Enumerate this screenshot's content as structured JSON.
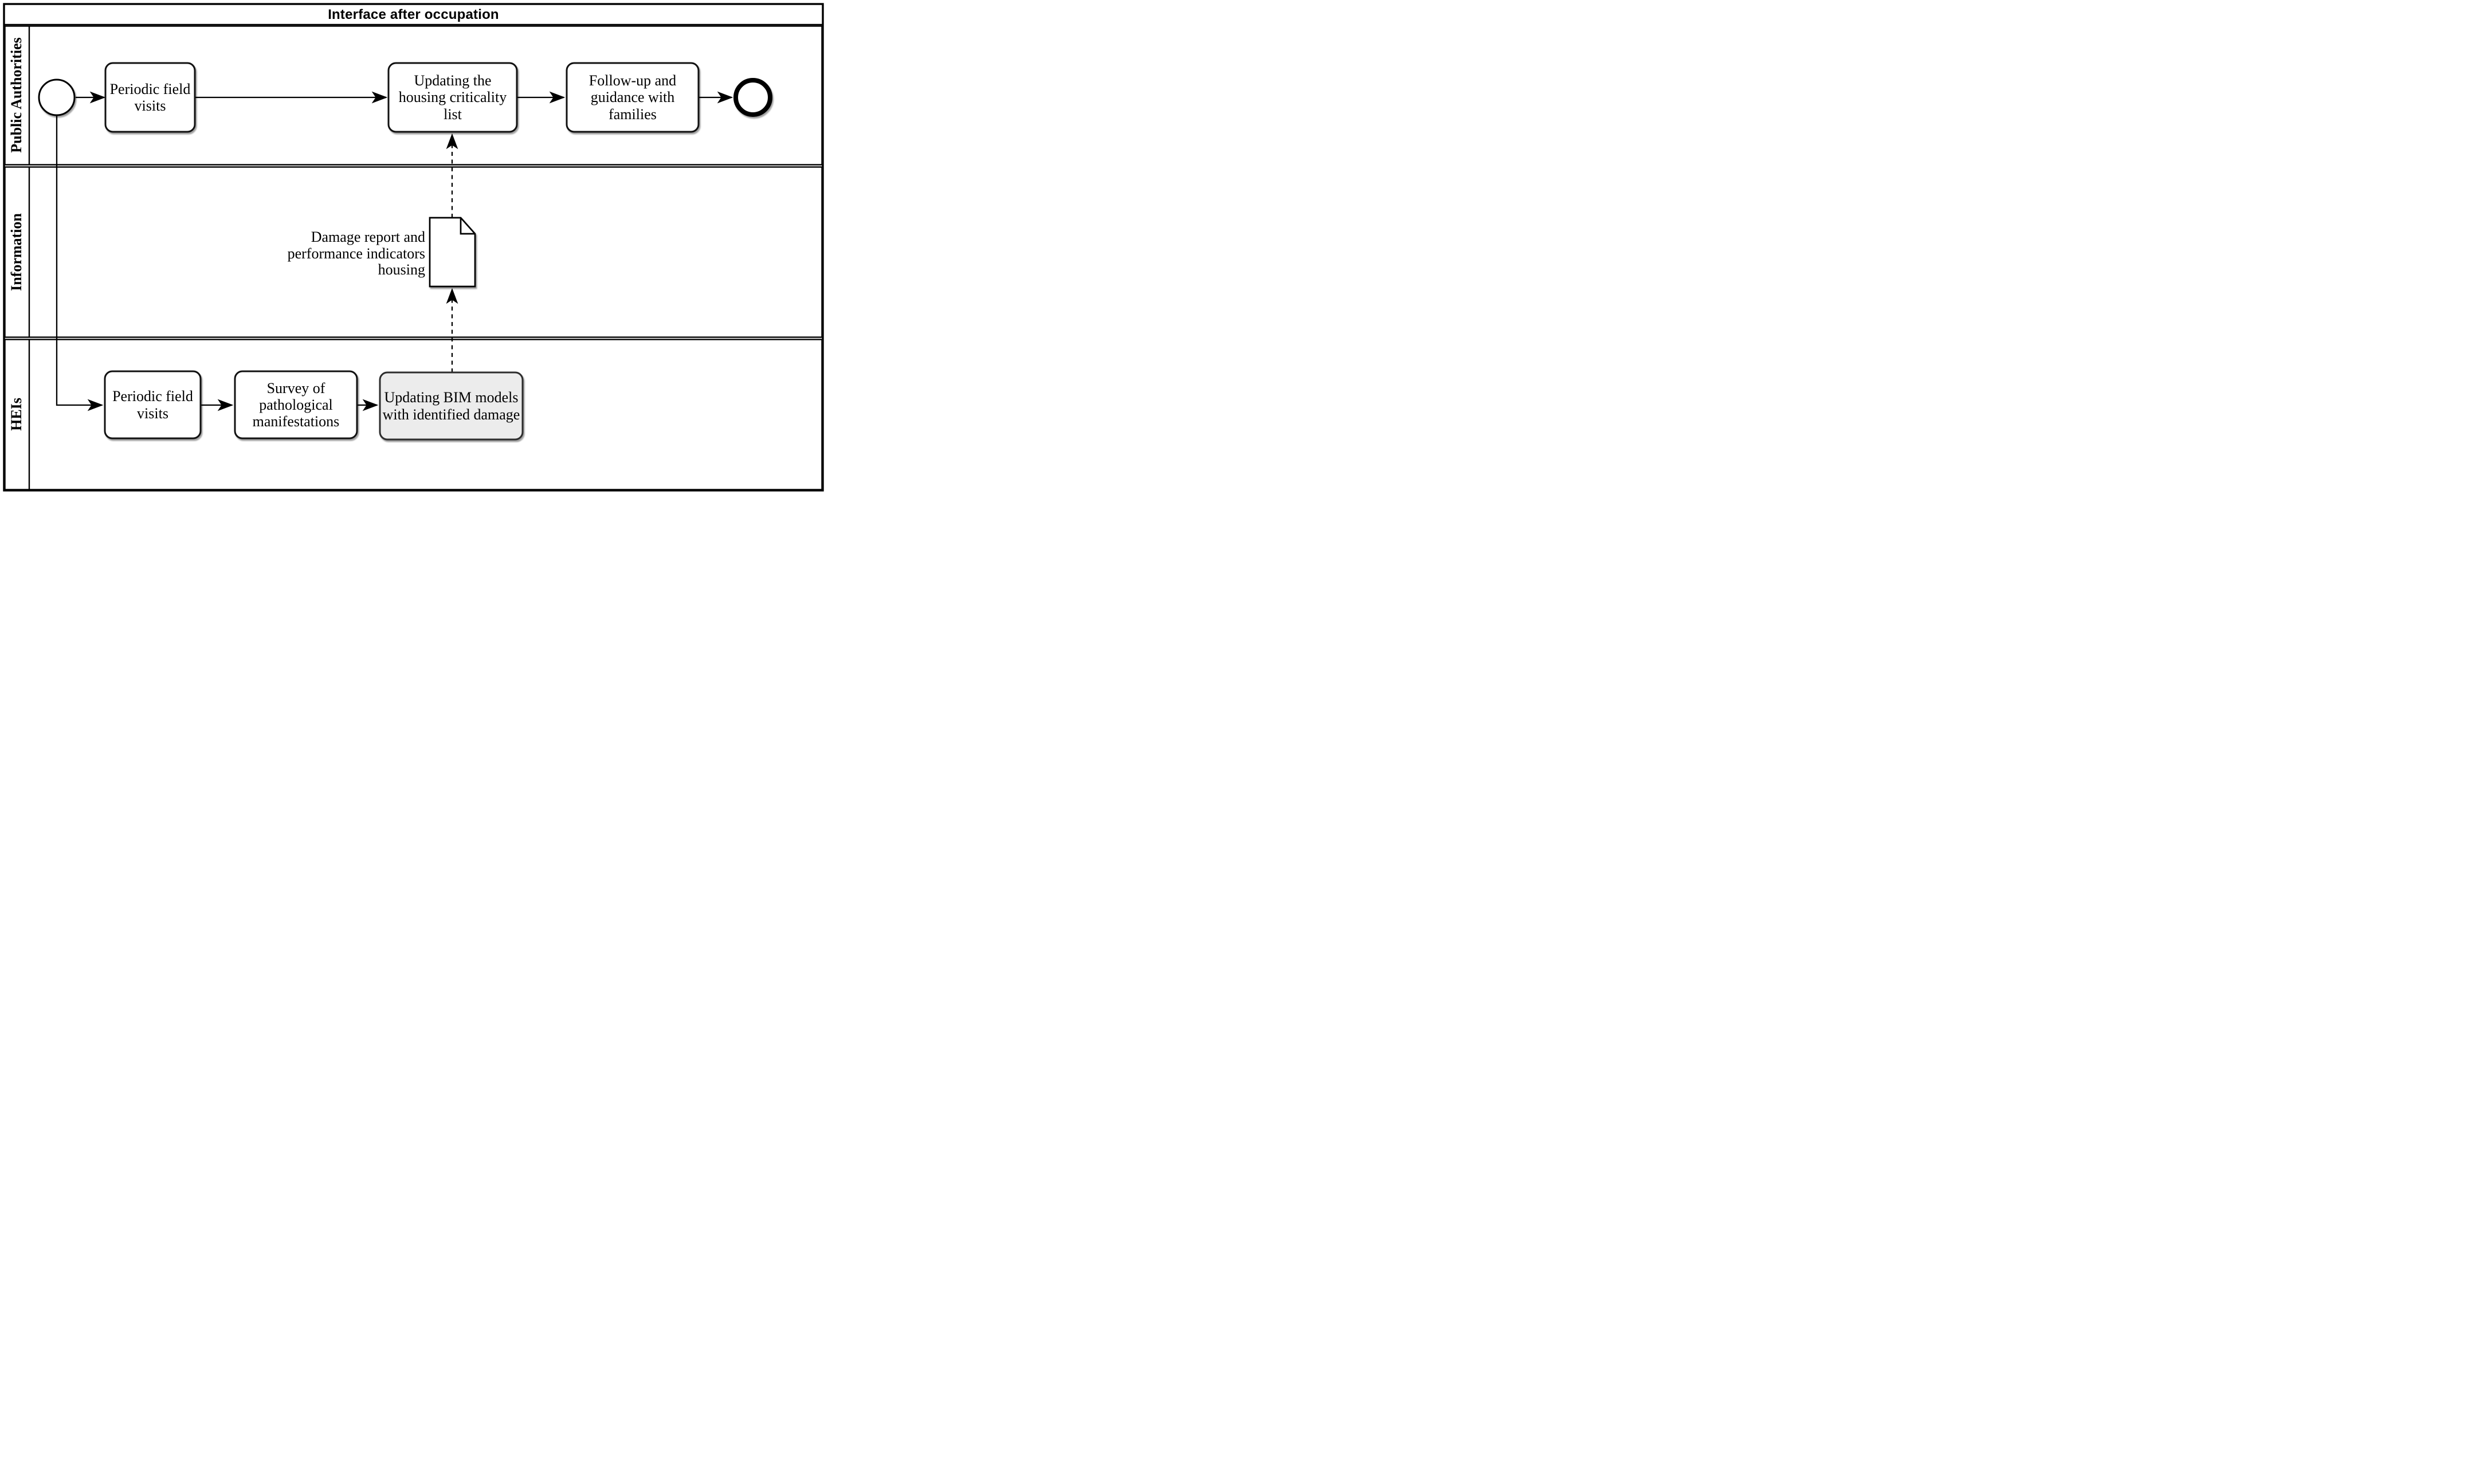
{
  "diagram": {
    "title": "Interface after occupation",
    "lanes": [
      {
        "label": "Public Authorities"
      },
      {
        "label": "Information"
      },
      {
        "label": "HEIs"
      }
    ],
    "public_authorities": {
      "task1": "Periodic field visits",
      "task2": "Updating the housing criticality list",
      "task3": "Follow-up and guidance with families"
    },
    "information": {
      "document_label_lines": [
        "Damage report and",
        "performance indicators",
        "housing"
      ]
    },
    "heis": {
      "task1": "Periodic field visits",
      "task2": "Survey of pathological manifestations",
      "task3": "Updating BIM models with identified damage"
    },
    "colors": {
      "line": "#000000",
      "background": "#ffffff",
      "task_fill": "#ffffff",
      "highlight_task_fill": "#ececec",
      "event_fill": "#ffffff",
      "document_fill": "#ffffff"
    }
  }
}
